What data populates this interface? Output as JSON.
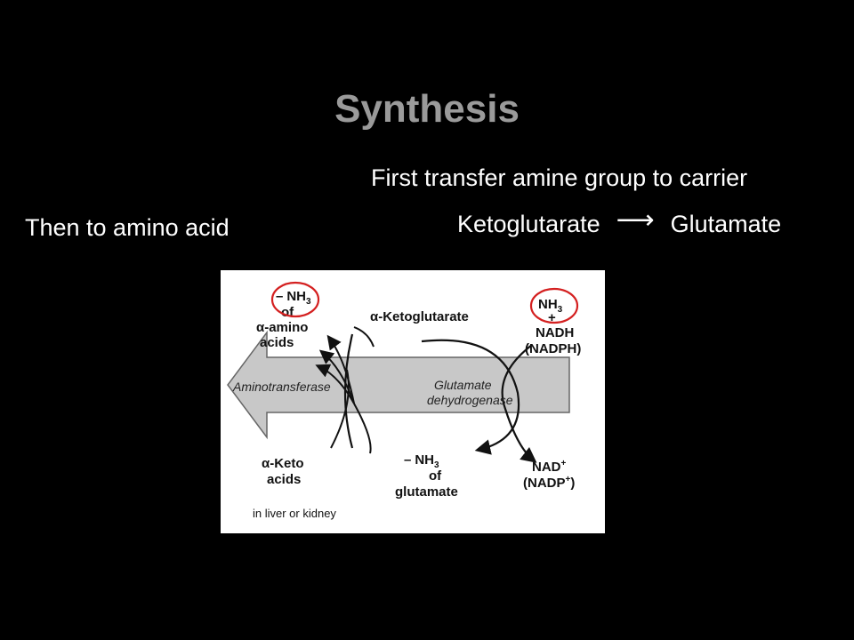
{
  "slide": {
    "title": "Synthesis",
    "line1": "First transfer amine group to carrier",
    "line2_left": "Ketoglutarate",
    "line2_arrow": "⟶",
    "line2_right": "Glutamate",
    "line3": "Then to amino acid"
  },
  "diagram": {
    "nh3_amino_prefix": "–",
    "nh3_amino": "NH",
    "nh3_amino_sub": "3",
    "of_amino": "of",
    "alpha_amino": "α-amino",
    "amino_acids": "acids",
    "aminotransferase": "Aminotransferase",
    "alpha_ketoglutarate": "α-Ketoglutarate",
    "glutamate_dh_1": "Glutamate",
    "glutamate_dh_2": "dehydrogenase",
    "nh3_right": "NH",
    "nh3_right_sub": "3",
    "plus": "+",
    "nadh": "NADH",
    "nadph": "(NADPH)",
    "alpha_keto": "α-Keto",
    "keto_acids": "acids",
    "nh3_glut_prefix": "–",
    "nh3_glut": "NH",
    "nh3_glut_sub": "3",
    "of_glut": "of",
    "glutamate": "glutamate",
    "nad": "NAD",
    "nad_sup": "+",
    "nadp": "(NADP",
    "nadp_sup": "+",
    "nadp_close": ")",
    "caption": "in liver or kidney",
    "highlight_color": "#d42020"
  }
}
